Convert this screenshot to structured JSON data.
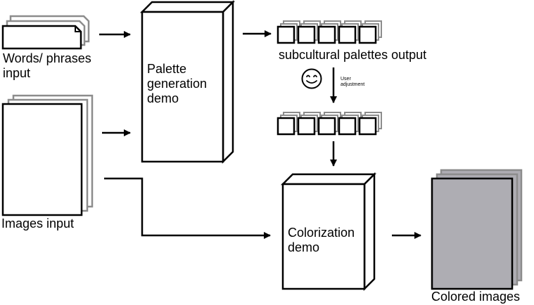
{
  "labels": {
    "words_input": [
      "Words/ phrases",
      "input"
    ],
    "images_input": "Images input",
    "palette_demo": [
      "Palette",
      "generation",
      "demo"
    ],
    "palettes_output": "subcultural palettes output",
    "user_adjustment": [
      "User",
      "adjustment"
    ],
    "colorization_demo": [
      "Colorization",
      "demo"
    ],
    "colored_images": "Colored images"
  },
  "icons": {
    "user": "smiling-face-icon"
  },
  "colors": {
    "stroke": "#000000",
    "stack_gray": "#8c8c8c",
    "colored_image_fill": "#aeadb3",
    "background": "#ffffff"
  }
}
